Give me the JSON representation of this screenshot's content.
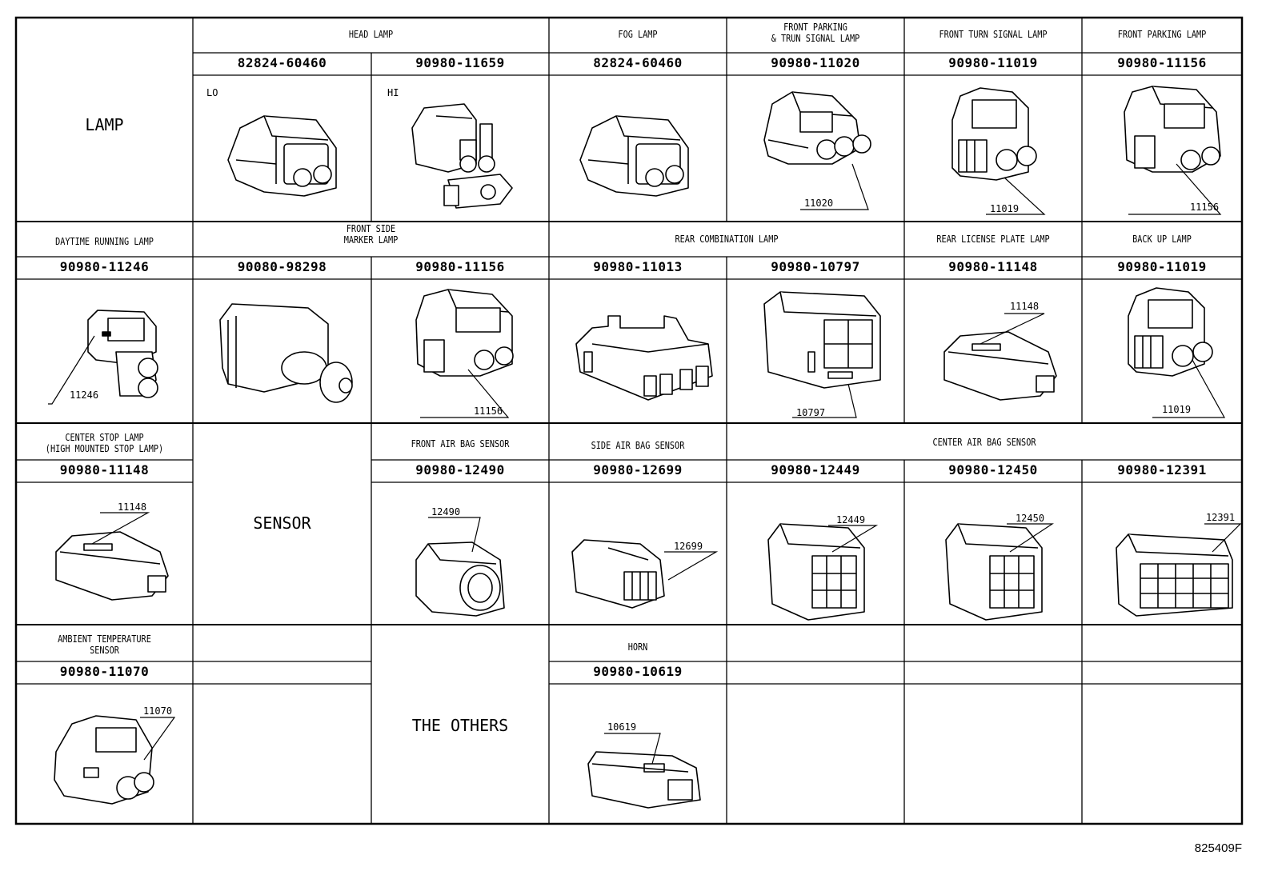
{
  "categories": {
    "lamp": "LAMP",
    "sensor": "SENSOR",
    "others": "THE OTHERS"
  },
  "row1": {
    "headers": {
      "head_lamp": "HEAD LAMP",
      "fog_lamp": "FOG LAMP",
      "front_parking_line1": "FRONT PARKING",
      "front_parking_line2": "& TRUN SIGNAL LAMP",
      "front_turn_signal": "FRONT TURN SIGNAL LAMP",
      "front_parking_lamp": "FRONT PARKING LAMP"
    },
    "parts": [
      "82824-60460",
      "90980-11659",
      "82824-60460",
      "90980-11020",
      "90980-11019",
      "90980-11156"
    ],
    "sublabels": {
      "lo": "LO",
      "hi": "HI"
    },
    "callouts": [
      "11020",
      "11019",
      "11156"
    ]
  },
  "row2": {
    "headers": {
      "daytime": "DAYTIME RUNNING LAMP",
      "front_side_line1": "FRONT SIDE",
      "front_side_line2": "MARKER LAMP",
      "rear_combination": "REAR COMBINATION LAMP",
      "rear_license": "REAR LICENSE PLATE LAMP",
      "back_up": "BACK UP LAMP"
    },
    "parts": [
      "90980-11246",
      "90080-98298",
      "90980-11156",
      "90980-11013",
      "90980-10797",
      "90980-11148",
      "90980-11019"
    ],
    "callouts": [
      "11246",
      "11156",
      "10797",
      "11148",
      "11019"
    ]
  },
  "row3": {
    "headers": {
      "center_stop_line1": "CENTER STOP LAMP",
      "center_stop_line2": "(HIGH MOUNTED STOP LAMP)",
      "front_air_bag": "FRONT AIR BAG SENSOR",
      "side_air_bag": "SIDE AIR BAG SENSOR",
      "center_air_bag": "CENTER AIR BAG SENSOR"
    },
    "parts": [
      "90980-11148",
      "90980-12490",
      "90980-12699",
      "90980-12449",
      "90980-12450",
      "90980-12391"
    ],
    "callouts": [
      "11148",
      "12490",
      "12699",
      "12449",
      "12450",
      "12391"
    ]
  },
  "row4": {
    "headers": {
      "ambient_line1": "AMBIENT TEMPERATURE",
      "ambient_line2": "SENSOR",
      "horn": "HORN"
    },
    "parts": [
      "90980-11070",
      "90980-10619"
    ],
    "callouts": [
      "11070",
      "10619"
    ]
  },
  "figure_id": "825409F"
}
